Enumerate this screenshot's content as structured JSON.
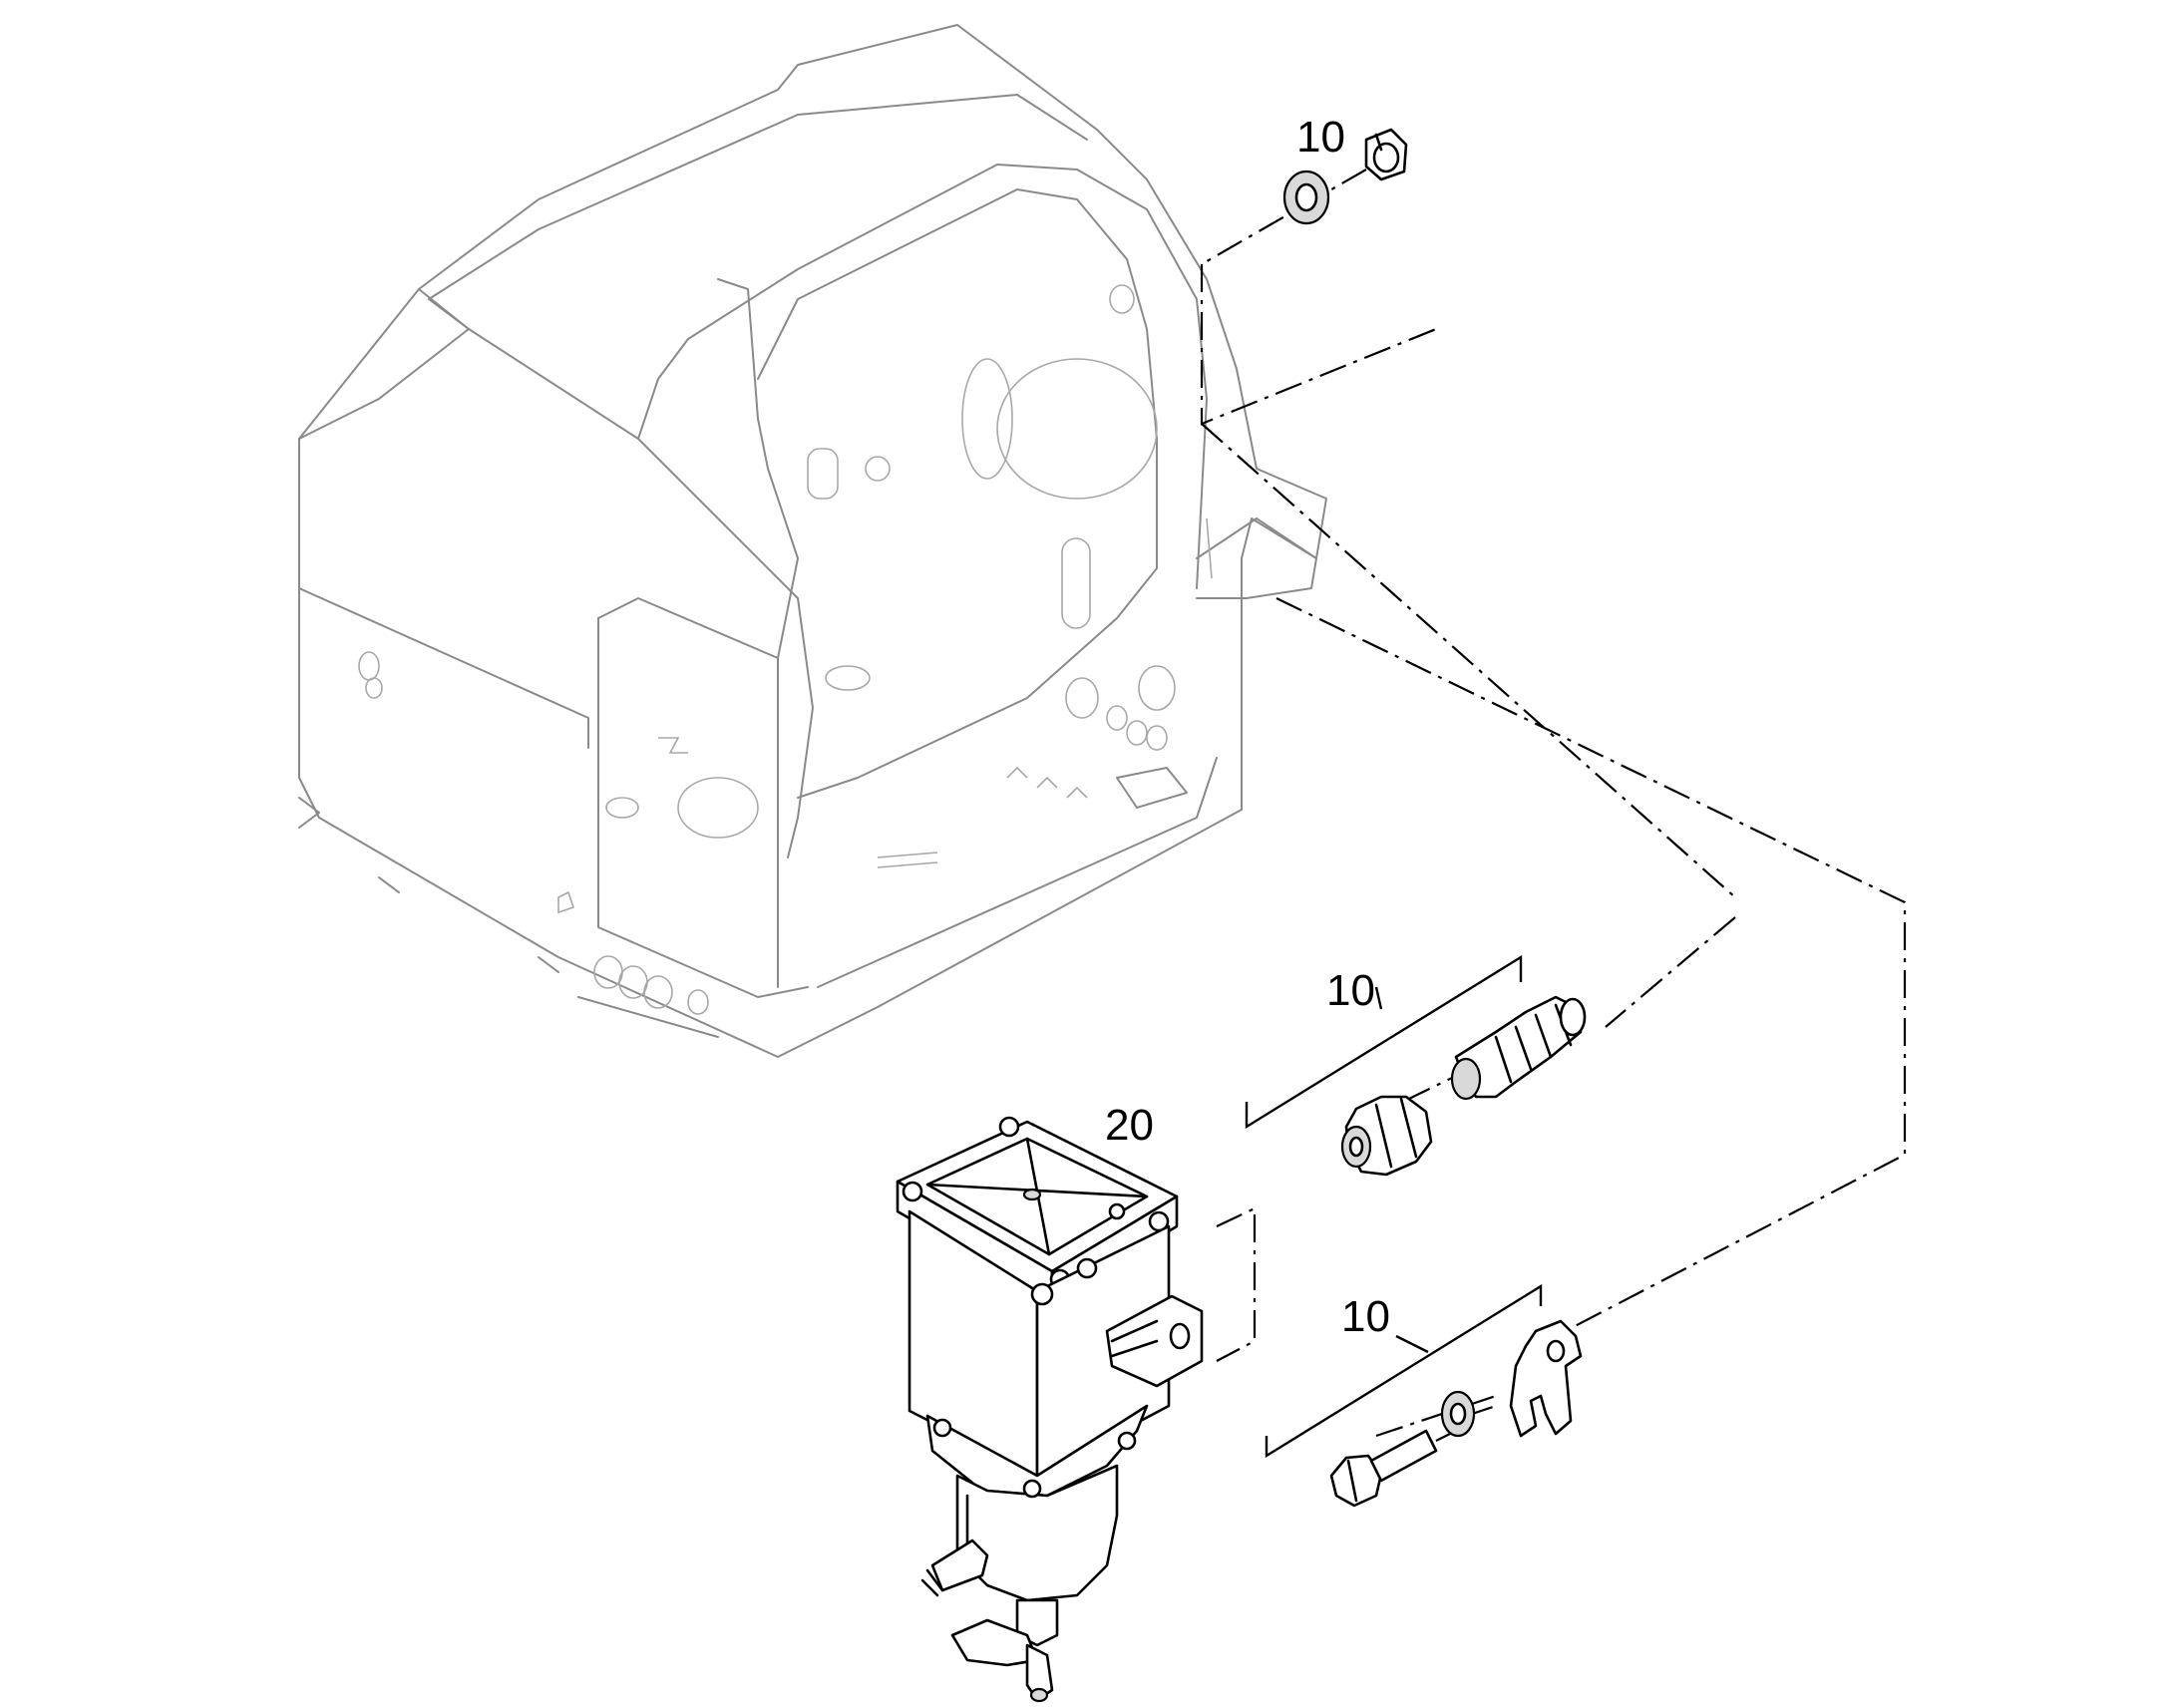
{
  "callouts": {
    "washer_nut": "10",
    "fitting_set": "10",
    "bolt_bracket_set": "10",
    "fuel_filter": "20"
  },
  "colors": {
    "frame_stroke": "#8a8a8a",
    "part_stroke": "#000000",
    "background": "#ffffff"
  }
}
